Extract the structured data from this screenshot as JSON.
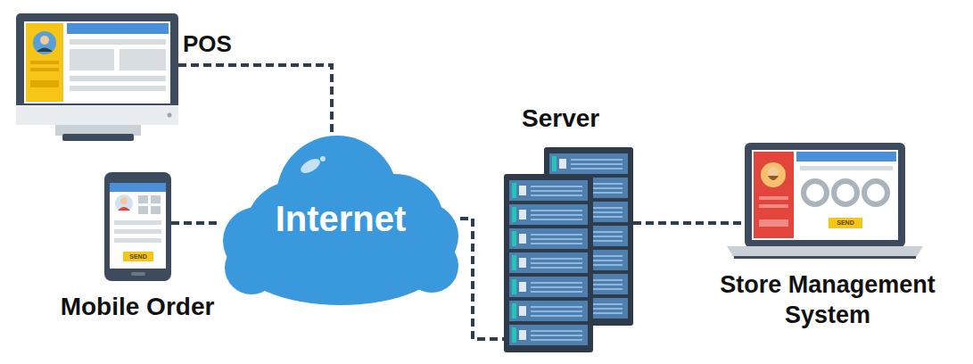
{
  "diagram": {
    "nodes": [
      {
        "text": [
          "POS"
        ]
      },
      {
        "text": [
          "Mobile Order"
        ]
      },
      {
        "text": [
          "Internet"
        ]
      },
      {
        "text": [
          "Server"
        ]
      },
      {
        "text": [
          "Store Management System"
        ]
      }
    ],
    "edges": [
      {
        "from": 0,
        "to": 2,
        "arrow": "none"
      },
      {
        "from": 1,
        "to": 2,
        "arrow": "none"
      },
      {
        "from": 2,
        "to": 3,
        "arrow": "none"
      },
      {
        "from": 3,
        "to": 4,
        "arrow": "none"
      }
    ],
    "labels": [
      "SEND",
      "SEND"
    ]
  }
}
